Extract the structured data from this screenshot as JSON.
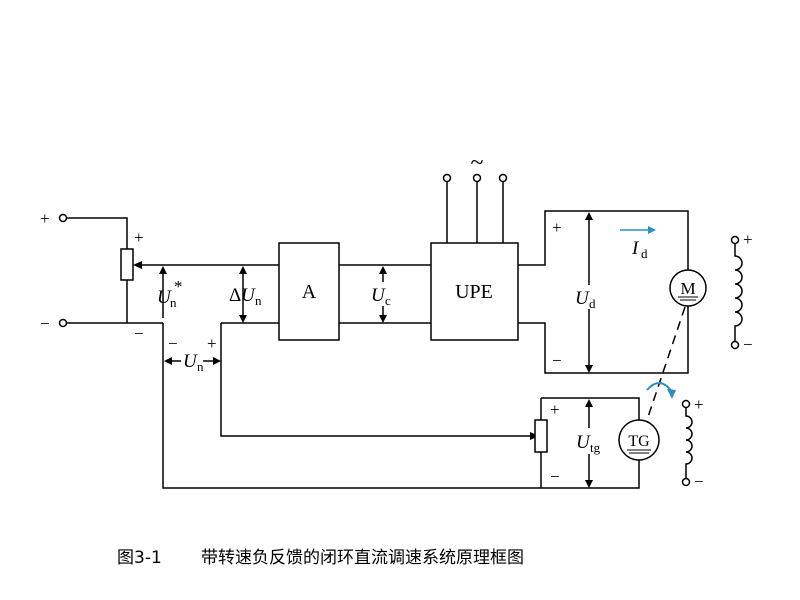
{
  "caption": {
    "number": "图3-1",
    "title": "带转速负反馈的闭环直流调速系统原理框图"
  },
  "blocks": {
    "amplifier": "A",
    "upe": "UPE",
    "motor": "M",
    "tachogenerator": "TG"
  },
  "ac_supply_symbol": "~",
  "signals": {
    "speed_reference": {
      "symbol": "U",
      "subscript": "n",
      "superscript": "*"
    },
    "speed_error": {
      "prefix": "Δ",
      "symbol": "U",
      "subscript": "n"
    },
    "control_voltage": {
      "symbol": "U",
      "subscript": "c"
    },
    "speed_feedback": {
      "symbol": "U",
      "subscript": "n"
    },
    "armature_voltage": {
      "symbol": "U",
      "subscript": "d"
    },
    "armature_current": {
      "symbol": "I",
      "subscript": "d"
    },
    "tach_voltage": {
      "symbol": "U",
      "subscript": "tg"
    }
  },
  "polarity": {
    "plus": "+",
    "minus": "−"
  },
  "colors": {
    "line": "#000000",
    "current_arrow": "#2a8fc4",
    "rotation_arrow": "#2a8fc4"
  }
}
